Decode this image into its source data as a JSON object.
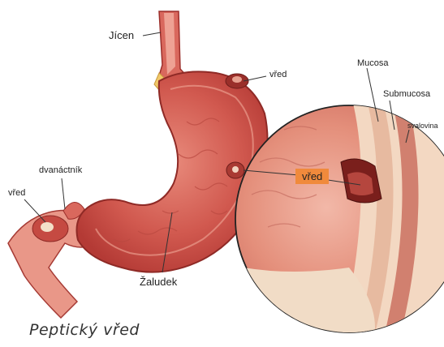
{
  "labels": {
    "jicen": "Jícen",
    "vred_top": "vřed",
    "mucosa": "Mucosa",
    "submucosa": "Submucosa",
    "svalovina": "svalovina",
    "dvanactnik": "dvanáctník",
    "vred_left": "vřed",
    "vred_highlight": "vřed",
    "zaludek": "Žaludek"
  },
  "title": "Peptický vřed",
  "colors": {
    "stomach_outer": "#c9463f",
    "stomach_inner": "#d9685d",
    "highlight": "#f08a3c"
  }
}
